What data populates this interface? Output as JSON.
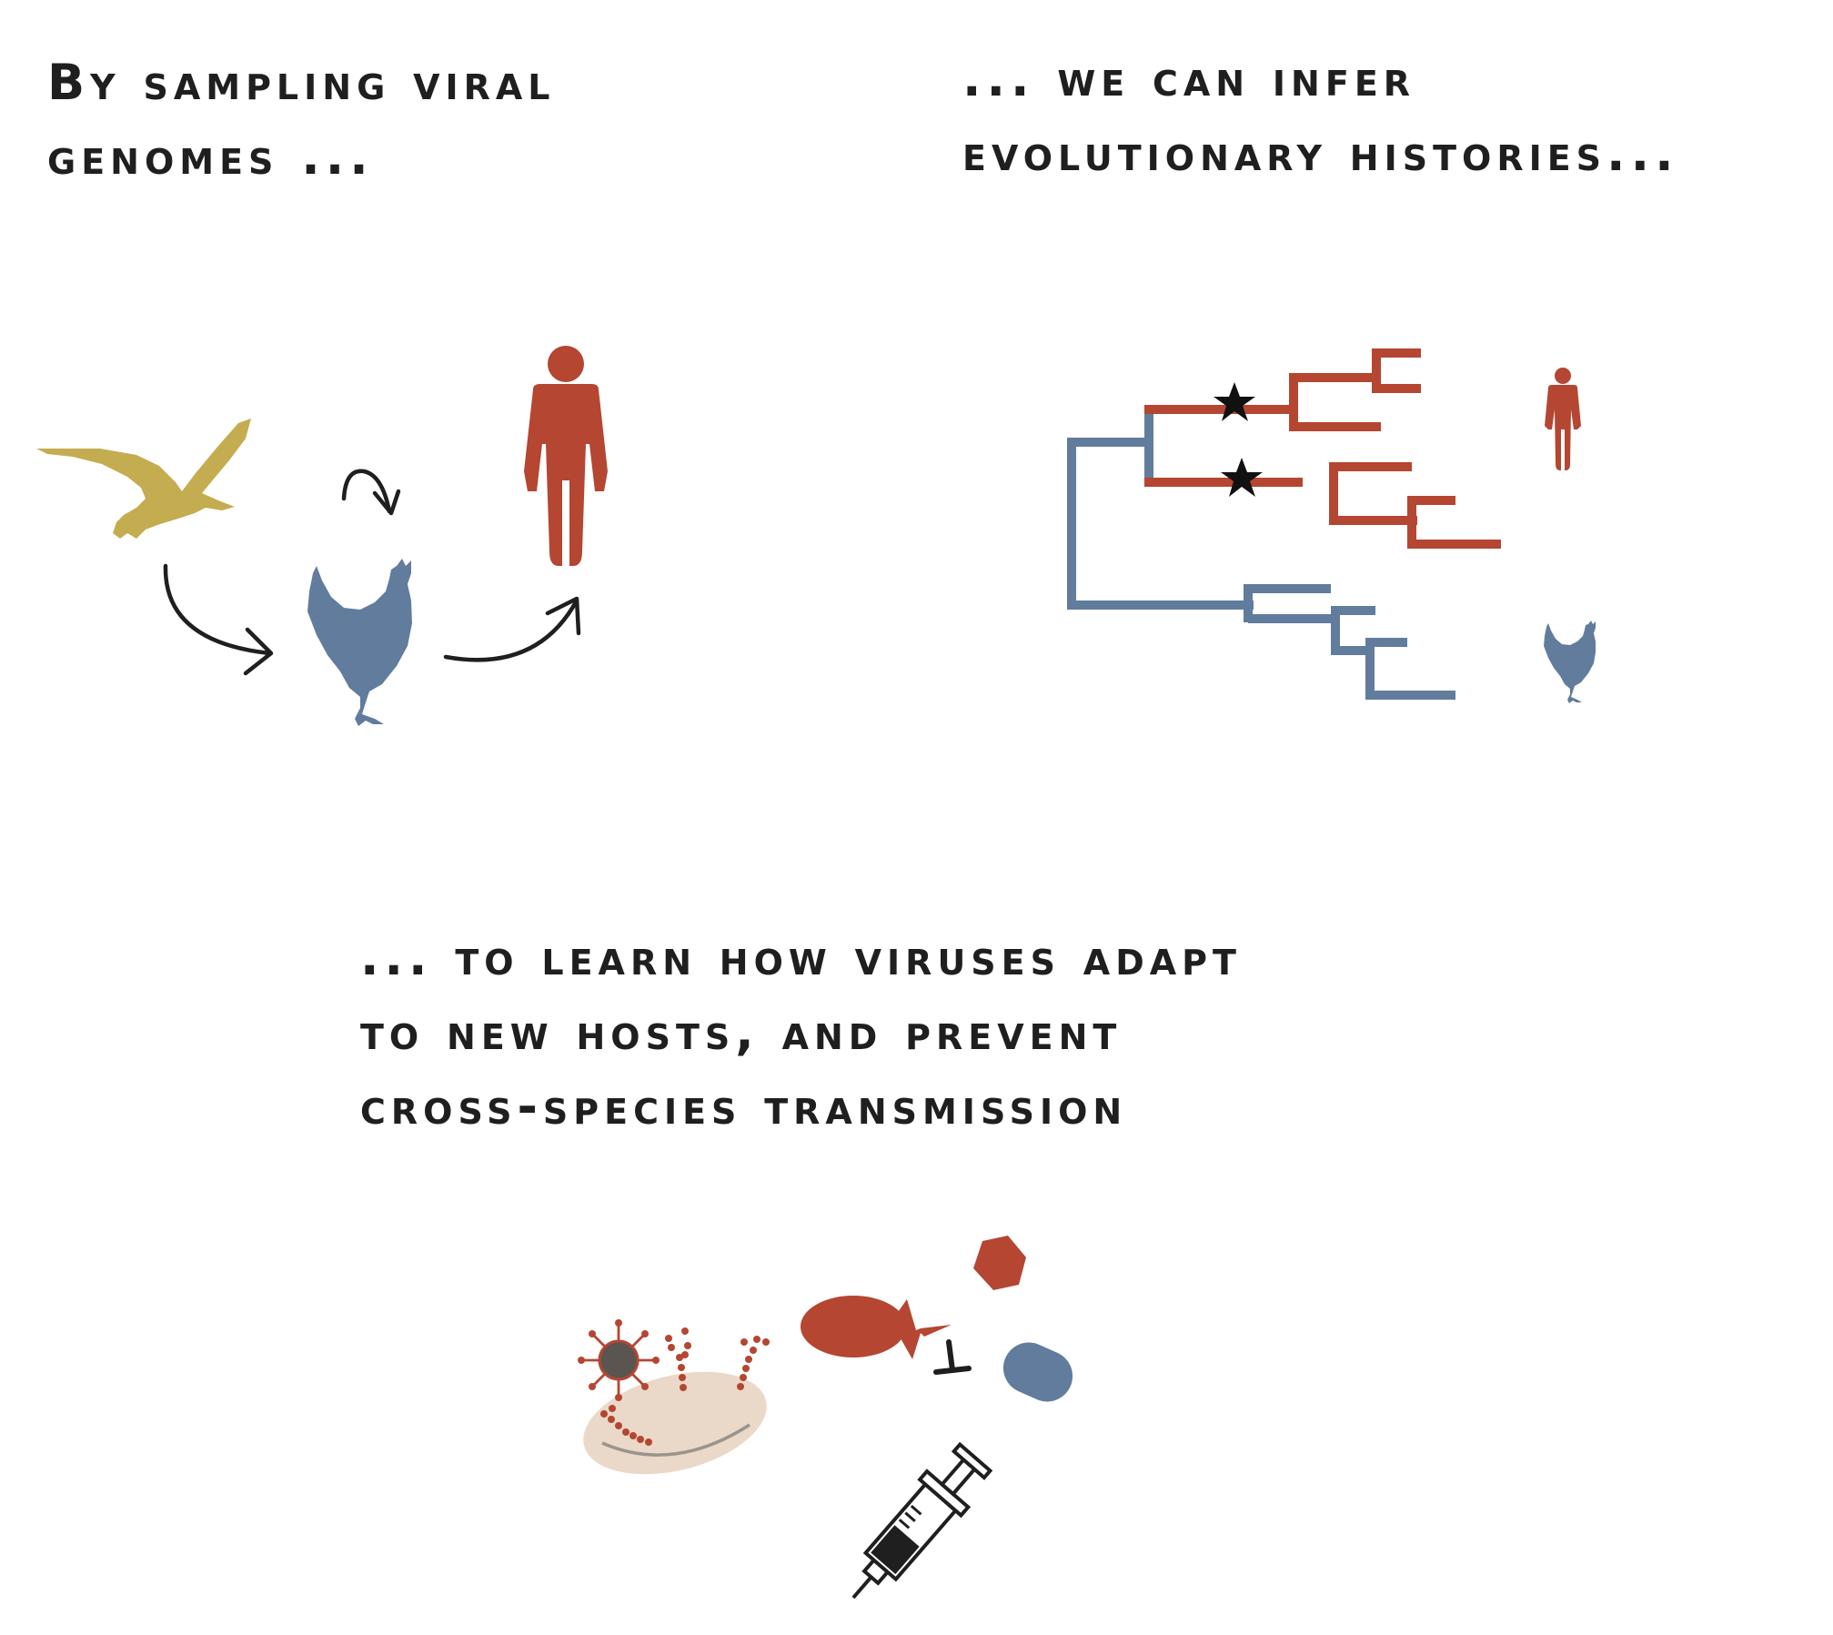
{
  "captions": {
    "sampling": {
      "line1": "By sampling viral",
      "line2": "genomes ..."
    },
    "infer": {
      "line1": "... we can infer",
      "line2": "evolutionary histories..."
    },
    "learn": {
      "line1": "... to learn how viruses adapt",
      "line2": "to new hosts, and prevent",
      "line3": "cross-species transmission"
    }
  },
  "colors": {
    "bird": "#c3ad50",
    "chicken": "#617c9d",
    "human": "#b44632",
    "tree_red": "#b44632",
    "tree_blue": "#617c9d",
    "arrow": "#1f1f1f",
    "cell": "#ead9c8"
  },
  "icons": {
    "transmission": [
      "bird-icon",
      "chicken-icon",
      "human-icon",
      "arrow-icon"
    ],
    "tree": [
      "phylogenetic-tree",
      "star-icon",
      "human-icon",
      "chicken-icon"
    ],
    "interventions": [
      "virus-icon",
      "antibody-icon",
      "cell-icon",
      "drug-icon",
      "pill-icon",
      "syringe-icon"
    ]
  }
}
